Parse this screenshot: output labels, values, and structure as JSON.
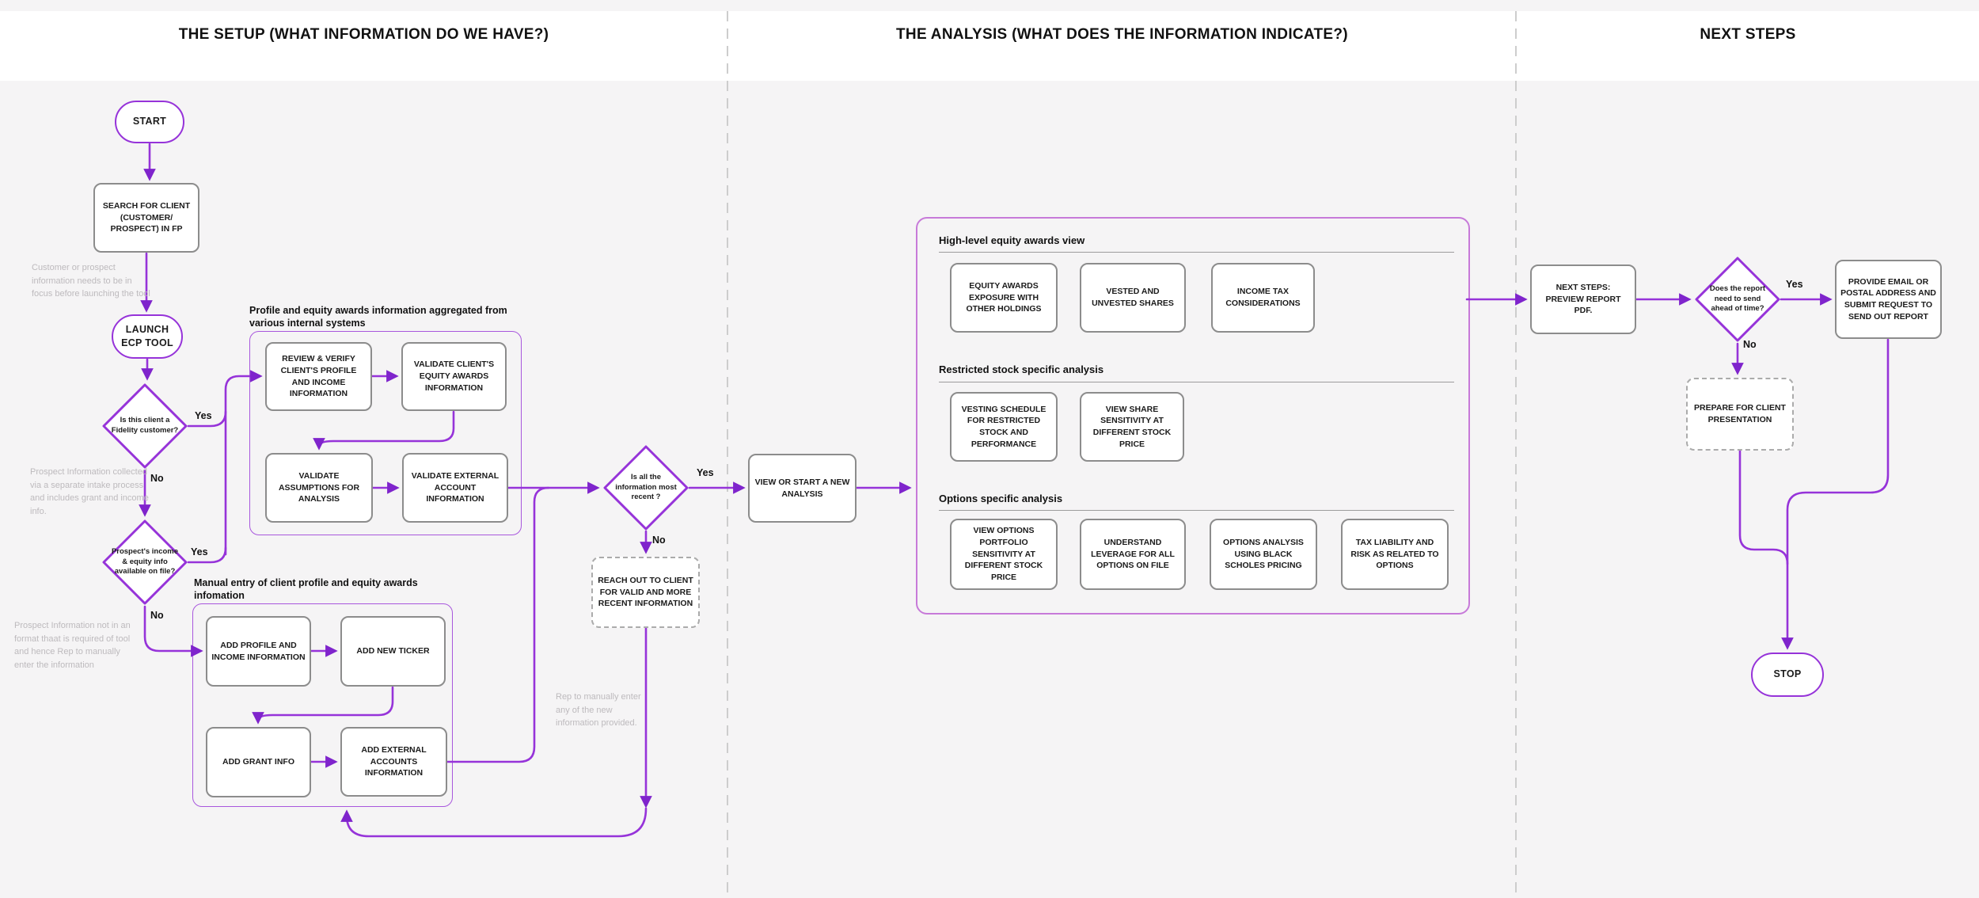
{
  "header": {
    "columns": [
      {
        "title": "THE SETUP (WHAT INFORMATION DO WE HAVE?)"
      },
      {
        "title": "THE ANALYSIS (WHAT DOES THE INFORMATION INDICATE?)"
      },
      {
        "title": "NEXT STEPS"
      }
    ]
  },
  "flow": {
    "start": "START",
    "search_client": "SEARCH FOR CLIENT (CUSTOMER/ PROSPECT) IN FP",
    "launch": "LAUNCH ECP TOOL",
    "d_fidelity": "Is this client a Fidelity customer?",
    "d_prospect_info": "Prospect's income & equity info available on file?",
    "d_recent": "Is all the information most recent ?",
    "d_send_ahead": "Does the report need to send ahead of time?",
    "review_verify": "REVIEW & VERIFY CLIENT'S PROFILE AND INCOME INFORMATION",
    "validate_equity": "VALIDATE CLIENT'S EQUITY AWARDS INFORMATION",
    "validate_assumptions": "VALIDATE ASSUMPTIONS FOR ANALYSIS",
    "validate_external": "VALIDATE EXTERNAL ACCOUNT INFORMATION",
    "add_profile": "ADD PROFILE AND INCOME INFORMATION",
    "add_ticker": "ADD NEW TICKER",
    "add_grant": "ADD GRANT INFO",
    "add_external": "ADD EXTERNAL ACCOUNTS INFORMATION",
    "reach_out": "REACH OUT TO CLIENT  FOR VALID AND MORE RECENT INFORMATION",
    "view_start": "VIEW OR START A NEW ANALYSIS",
    "next_steps_preview": "NEXT STEPS: PREVIEW REPORT PDF.",
    "provide_email": "PROVIDE EMAIL OR POSTAL ADDRESS AND SUBMIT REQUEST TO SEND OUT REPORT",
    "prepare_presentation": "PREPARE FOR CLIENT PRESENTATION",
    "stop": "STOP"
  },
  "groups": {
    "aggregated_title": "Profile and equity awards information aggregated from various internal systems",
    "manual_title": "Manual entry of client profile and equity awards infomation"
  },
  "analysis": {
    "sections": [
      {
        "title": "High-level equity awards  view",
        "cards": [
          "EQUITY AWARDS EXPOSURE WITH OTHER HOLDINGS",
          "VESTED AND UNVESTED SHARES",
          "INCOME TAX CONSIDERATIONS"
        ]
      },
      {
        "title": "Restricted stock specific analysis",
        "cards": [
          "VESTING SCHEDULE FOR RESTRICTED STOCK AND PERFORMANCE",
          "VIEW SHARE SENSITIVITY AT DIFFERENT STOCK PRICE"
        ]
      },
      {
        "title": "Options specific analysis",
        "cards": [
          "VIEW OPTIONS PORTFOLIO SENSITIVITY AT DIFFERENT STOCK PRICE",
          "UNDERSTAND LEVERAGE FOR ALL OPTIONS ON FILE",
          "OPTIONS ANALYSIS USING BLACK SCHOLES PRICING",
          "TAX LIABILITY AND RISK AS RELATED TO OPTIONS"
        ]
      }
    ]
  },
  "notes": [
    "Customer or prospect information needs to be in focus before launching the tool",
    "Prospect Information collected via a separate intake process and includes grant and income info.",
    "Prospect Information not in an format thaat is required of tool and hence Rep to manually enter the information",
    "Rep to manually enter any of the new information provided."
  ],
  "edge_labels": {
    "yes": "Yes",
    "no": "No"
  },
  "colors": {
    "flow_purple": "#9633d9",
    "arrow_fill": "#7f24cc",
    "group_border": "#a857dd",
    "container_border": "#c77ad9",
    "box_border": "#8c8c8c",
    "note_gray": "#bdbabd",
    "background": "#f5f4f5",
    "header_bg": "#ffffff"
  }
}
